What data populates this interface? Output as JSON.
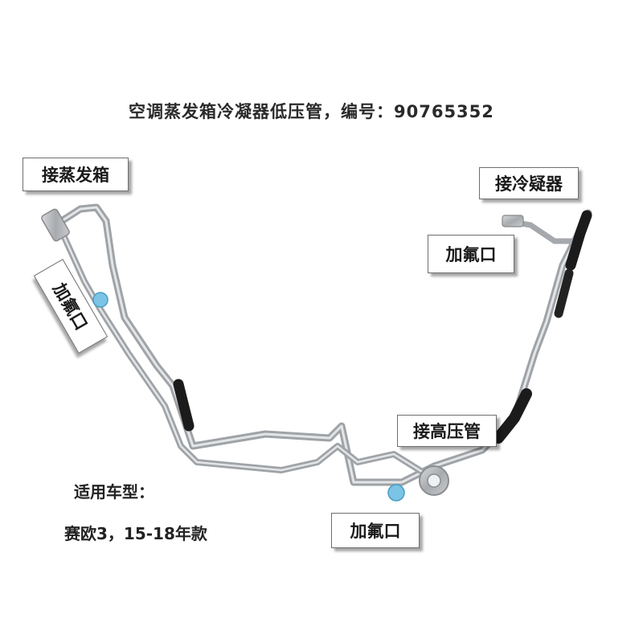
{
  "title": "空调蒸发箱冷凝器低压管，编号：90765352",
  "callouts": {
    "evaporator": "接蒸发箱",
    "condenser": "接冷疑器",
    "charge_port_left": "加氟口",
    "charge_port_right": "加氟口",
    "high_pressure": "接高压管",
    "charge_port_bottom": "加氟口"
  },
  "applicable": {
    "label": "适用车型：",
    "models": "赛欧3，15-18年款"
  },
  "colors": {
    "pipe": "#b9bcbf",
    "hose": "#1b1b1b",
    "port_cap": "#7cc4e6",
    "box_border": "#6e6e6e"
  }
}
